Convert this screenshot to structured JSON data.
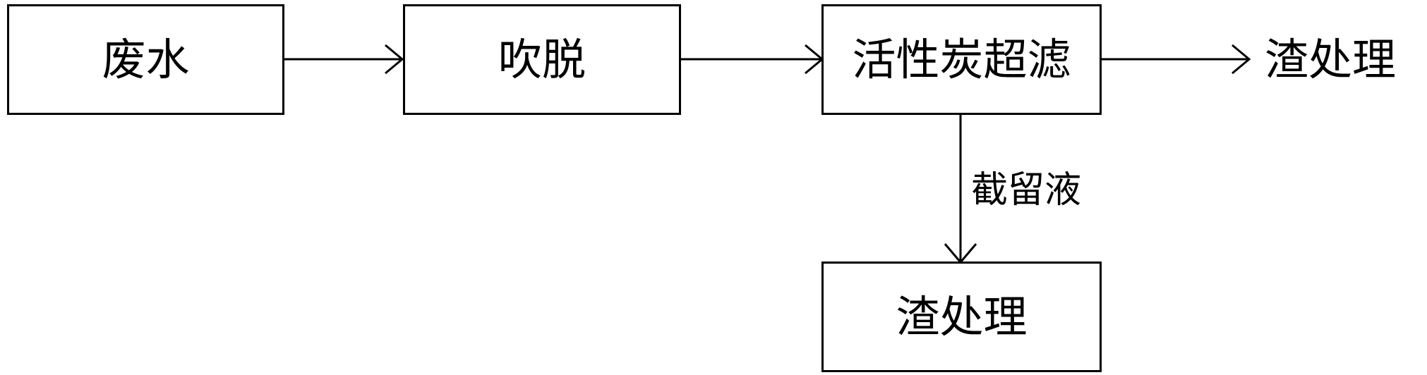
{
  "diagram": {
    "nodes": {
      "wastewater": "废水",
      "stripping": "吹脱",
      "ultrafiltration": "活性炭超滤",
      "residue_output": "渣处理",
      "residue_box": "渣处理"
    },
    "edges": {
      "retentate_label": "截留液"
    }
  }
}
